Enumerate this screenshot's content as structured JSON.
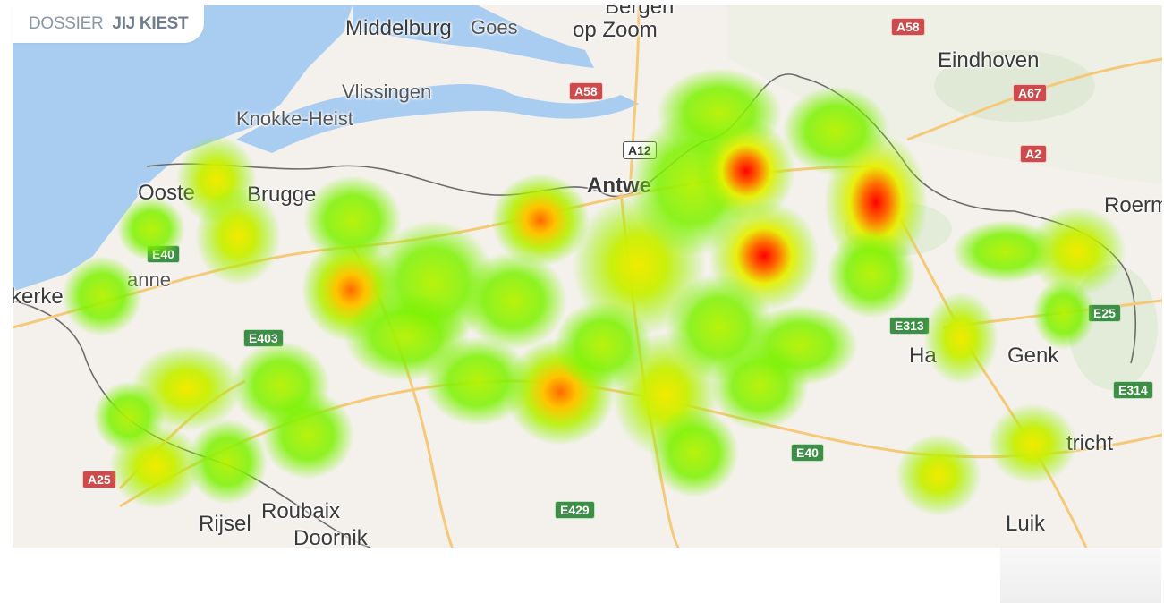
{
  "header": {
    "section": "DOSSIER",
    "title": "JIJ KIEST"
  },
  "map": {
    "cities": [
      {
        "id": "middelburg",
        "label": "Middelburg"
      },
      {
        "id": "goes",
        "label": "Goes"
      },
      {
        "id": "bergen",
        "label": "Bergen"
      },
      {
        "id": "op-zoom",
        "label": "op Zoom"
      },
      {
        "id": "eindhoven",
        "label": "Eindhoven"
      },
      {
        "id": "vlissingen",
        "label": "Vlissingen"
      },
      {
        "id": "knokke-heist",
        "label": "Knokke-Heist"
      },
      {
        "id": "ooste",
        "label": "Ooste"
      },
      {
        "id": "brugge",
        "label": "Brugge"
      },
      {
        "id": "antwe",
        "label": "Antwe"
      },
      {
        "id": "roerm",
        "label": "Roerm"
      },
      {
        "id": "anne",
        "label": "anne"
      },
      {
        "id": "kerke",
        "label": "kerke"
      },
      {
        "id": "ha",
        "label": "Ha"
      },
      {
        "id": "genk",
        "label": "Genk"
      },
      {
        "id": "tricht",
        "label": "tricht"
      },
      {
        "id": "rijsel",
        "label": "Rijsel"
      },
      {
        "id": "roubaix",
        "label": "Roubaix"
      },
      {
        "id": "doornik",
        "label": "Doornik"
      },
      {
        "id": "luik",
        "label": "Luik"
      }
    ],
    "roads": [
      {
        "id": "a58-top",
        "label": "A58",
        "color": "#cf4b4b"
      },
      {
        "id": "a58-mid",
        "label": "A58",
        "color": "#cf4b4b"
      },
      {
        "id": "a67",
        "label": "A67",
        "color": "#cf4b4b"
      },
      {
        "id": "a2",
        "label": "A2",
        "color": "#cf4b4b"
      },
      {
        "id": "a12",
        "label": "A12",
        "color": "#ffffff"
      },
      {
        "id": "e40-west",
        "label": "E40",
        "color": "#3d8f45"
      },
      {
        "id": "e403",
        "label": "E403",
        "color": "#3d8f45"
      },
      {
        "id": "e313",
        "label": "E313",
        "color": "#3d8f45"
      },
      {
        "id": "e25",
        "label": "E25",
        "color": "#3d8f45"
      },
      {
        "id": "e314",
        "label": "E314",
        "color": "#3d8f45"
      },
      {
        "id": "e40-east",
        "label": "E40",
        "color": "#3d8f45"
      },
      {
        "id": "e429",
        "label": "E429",
        "color": "#3d8f45"
      },
      {
        "id": "a25",
        "label": "A25",
        "color": "#cf4b4b"
      }
    ],
    "heat_colors": {
      "low": "#7cf200",
      "mid": "#e8f000",
      "high": "#ff8c00",
      "max": "#ff0000"
    }
  }
}
